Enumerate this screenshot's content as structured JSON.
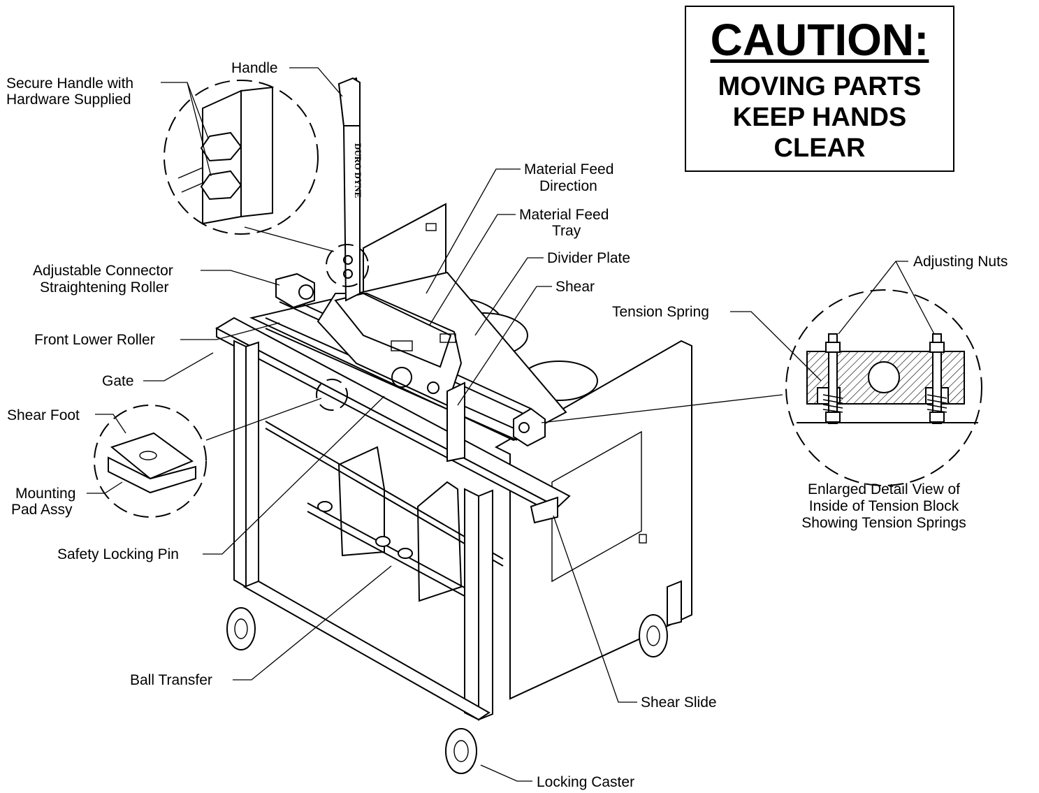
{
  "caution": {
    "heading": "CAUTION:",
    "lines": [
      "MOVING PARTS",
      "KEEP HANDS",
      "CLEAR"
    ]
  },
  "labels": {
    "handle": "Handle",
    "secure_handle_1": "Secure Handle with",
    "secure_handle_2": "Hardware Supplied",
    "material_feed_direction_1": "Material Feed",
    "material_feed_direction_2": "Direction",
    "material_feed_tray_1": "Material Feed",
    "material_feed_tray_2": "Tray",
    "divider_plate": "Divider Plate",
    "shear": "Shear",
    "adjustable_connector_1": "Adjustable Connector",
    "adjustable_connector_2": "Straightening Roller",
    "front_lower_roller": "Front Lower Roller",
    "gate": "Gate",
    "shear_foot": "Shear Foot",
    "mounting_pad_1": "Mounting",
    "mounting_pad_2": "Pad Assy",
    "safety_locking_pin": "Safety Locking Pin",
    "ball_transfer": "Ball Transfer",
    "shear_slide": "Shear Slide",
    "locking_caster": "Locking Caster",
    "tension_spring": "Tension Spring",
    "adjusting_nuts": "Adjusting Nuts",
    "detail_caption_1": "Enlarged Detail View of",
    "detail_caption_2": "Inside of Tension Block",
    "detail_caption_3": "Showing Tension Springs"
  },
  "handle_brand": "DURO DYNE"
}
